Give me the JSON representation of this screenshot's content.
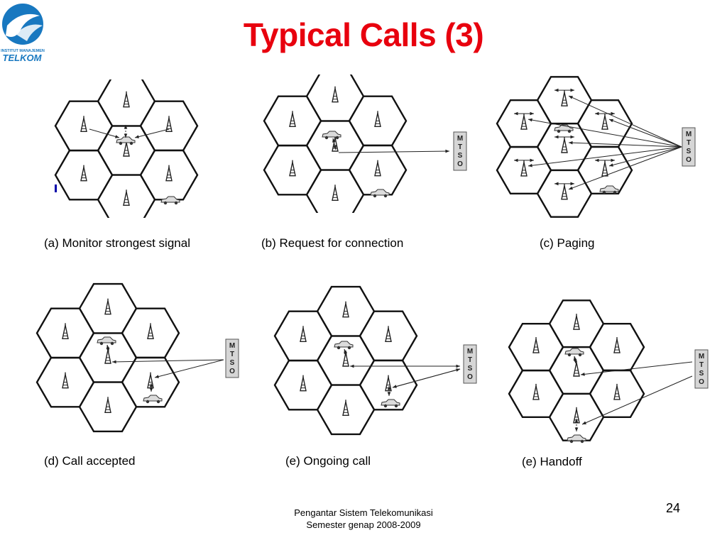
{
  "slide": {
    "title": "Typical Calls (3)",
    "logo": {
      "line1": "INSTITUT MANAJEMEN",
      "line2": "TELKOM",
      "brand_color": "#1878c0"
    },
    "footer_line1": "Pengantar Sistem Telekomunikasi",
    "footer_line2": "Semester genap 2008-2009",
    "page_number": "24",
    "title_color": "#e8000e"
  },
  "diagram": {
    "mtso_letters": [
      "M",
      "T",
      "S",
      "O"
    ],
    "panels": [
      {
        "caption": "(a) Monitor strongest signal"
      },
      {
        "caption": "(b) Request for connection"
      },
      {
        "caption": "(c) Paging"
      },
      {
        "caption": "(d) Call accepted"
      },
      {
        "caption": "(e) Ongoing call"
      },
      {
        "caption": "(e) Handoff"
      }
    ]
  }
}
